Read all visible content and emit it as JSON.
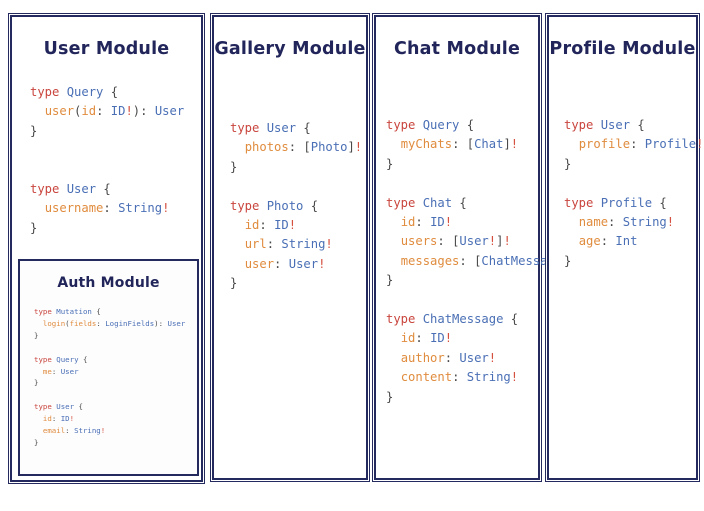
{
  "canvas": {
    "background": "#ffffff",
    "border_color": "#242a5e",
    "title_color": "#21255a"
  },
  "palette": {
    "keyword": "#c9453d",
    "type": "#4a6fb5",
    "field": "#e08c3e",
    "punctuation": "#4a4a4a",
    "nonnull": "#d4503f"
  },
  "modules": {
    "user": {
      "title": "User Module",
      "code": "type Query {\n  user(id: ID!): User\n}\n\n\ntype User {\n  username: String!\n}"
    },
    "auth": {
      "title": "Auth Module",
      "code": "type Mutation {\n  login(fields: LoginFields): User\n}\n\ntype Query {\n  me: User\n}\n\ntype User {\n  id: ID!\n  email: String!\n}"
    },
    "gallery": {
      "title": "Gallery Module",
      "code": "type User {\n  photos: [Photo]!\n}\n\ntype Photo {\n  id: ID!\n  url: String!\n  user: User!\n}"
    },
    "chat": {
      "title": "Chat Module",
      "code": "type Query {\n  myChats: [Chat]!\n}\n\ntype Chat {\n  id: ID!\n  users: [User!]!\n  messages: [ChatMessage]!\n}\n\ntype ChatMessage {\n  id: ID!\n  author: User!\n  content: String!\n}"
    },
    "profile": {
      "title": "Profile Module",
      "code": "type User {\n  profile: Profile!\n}\n\ntype Profile {\n  name: String!\n  age: Int\n}"
    }
  }
}
